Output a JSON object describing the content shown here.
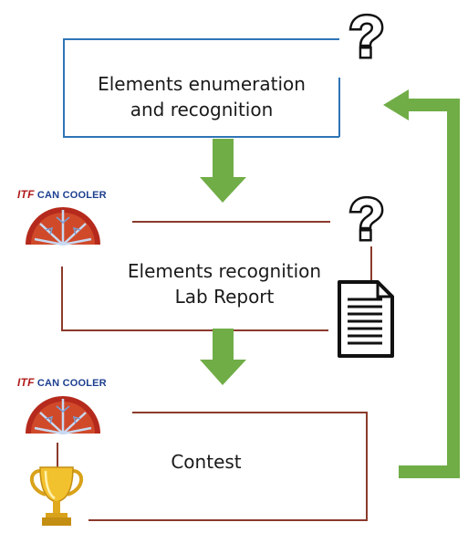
{
  "stages": [
    {
      "lines": [
        "Elements enumeration",
        "and recognition"
      ]
    },
    {
      "lines": [
        "Elements recognition",
        "Lab Report"
      ]
    },
    {
      "lines": [
        "Contest"
      ]
    }
  ],
  "brand": {
    "prefix": "ITF",
    "name": "CAN COOLER"
  },
  "icons": [
    "question-mark-icon",
    "question-mark-icon",
    "document-icon",
    "trophy-icon",
    "can-cooler-logo-icon"
  ],
  "colors": {
    "box1": "#2e75b6",
    "box2": "#8b3a2c",
    "box3": "#8b3a2c",
    "arrow": "#70ad47",
    "brand_red": "#b11b1b",
    "brand_blue": "#1d3f8f"
  }
}
